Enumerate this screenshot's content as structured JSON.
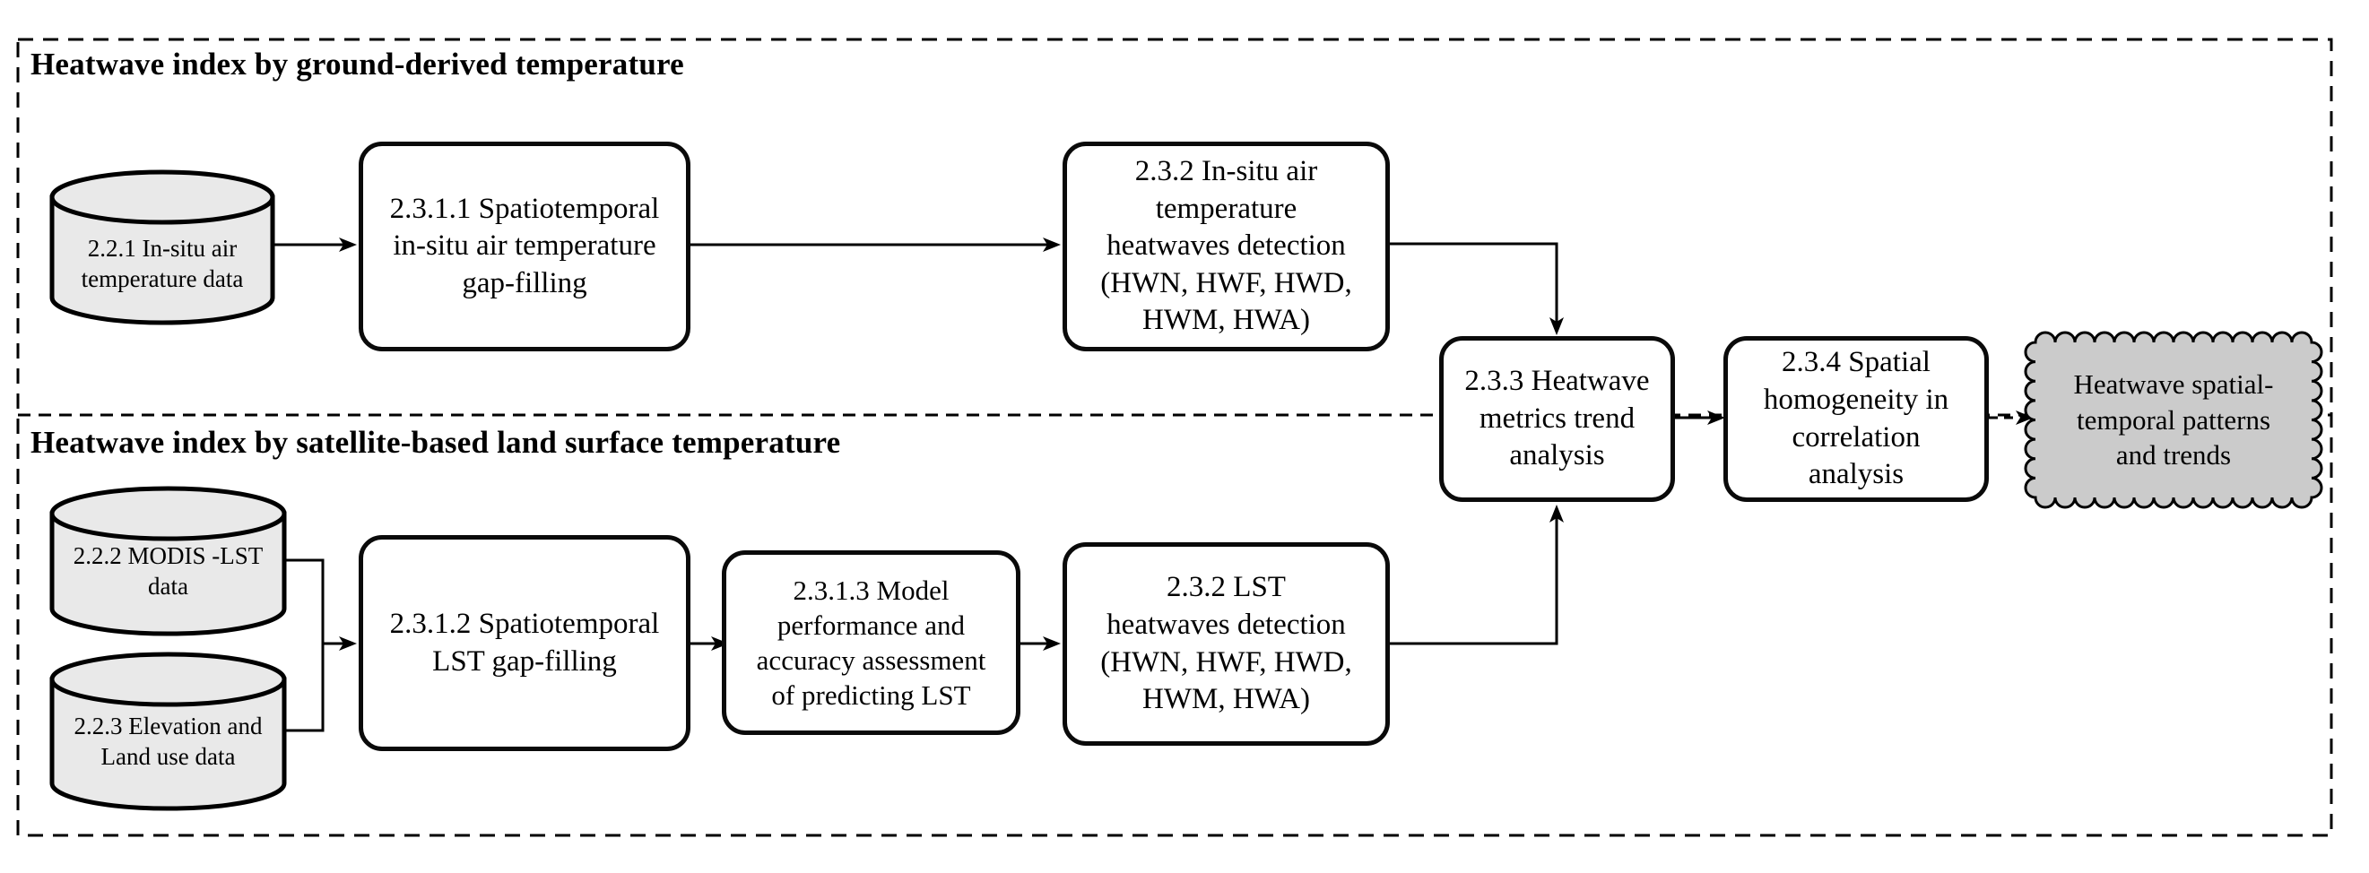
{
  "sections": {
    "top": {
      "title": "Heatwave index by ground-derived temperature"
    },
    "bottom": {
      "title": "Heatwave index by satellite-based land surface temperature"
    }
  },
  "nodes": {
    "insitu_data": {
      "label": [
        "2.2.1 In-situ air",
        "temperature data"
      ]
    },
    "gap_filling_insitu": {
      "label": [
        "2.3.1.1 Spatiotemporal",
        "in-situ air temperature",
        "gap-filling"
      ]
    },
    "insitu_hw_detection": {
      "label": [
        "2.3.2 In-situ air",
        "temperature",
        "heatwaves detection",
        "(HWN, HWF, HWD,",
        "HWM, HWA)"
      ]
    },
    "trend_analysis": {
      "label": [
        "2.3.3 Heatwave",
        "metrics trend",
        "analysis"
      ]
    },
    "spatial_homogeneity": {
      "label": [
        "2.3.4 Spatial",
        "homogeneity in",
        "correlation",
        "analysis"
      ]
    },
    "output": {
      "label": [
        "Heatwave spatial-",
        "temporal patterns",
        "and trends"
      ]
    },
    "modis_data": {
      "label": [
        "2.2.2 MODIS -LST",
        "data"
      ]
    },
    "elevation_data": {
      "label": [
        "2.2.3 Elevation and",
        "Land use data"
      ]
    },
    "gap_filling_lst": {
      "label": [
        "2.3.1.2 Spatiotemporal",
        "LST gap-filling"
      ]
    },
    "model_performance": {
      "label": [
        "2.3.1.3 Model",
        "performance and",
        "accuracy assessment",
        "of predicting LST"
      ]
    },
    "lst_hw_detection": {
      "label": [
        "2.3.2 LST",
        "heatwaves detection",
        "(HWN, HWF, HWD,",
        "HWM, HWA)"
      ]
    }
  },
  "colors": {
    "line": "#000000",
    "process_fill": "#ffffff",
    "datastore_fill": "#e9e9e9",
    "output_fill": "#cbcbcb"
  }
}
